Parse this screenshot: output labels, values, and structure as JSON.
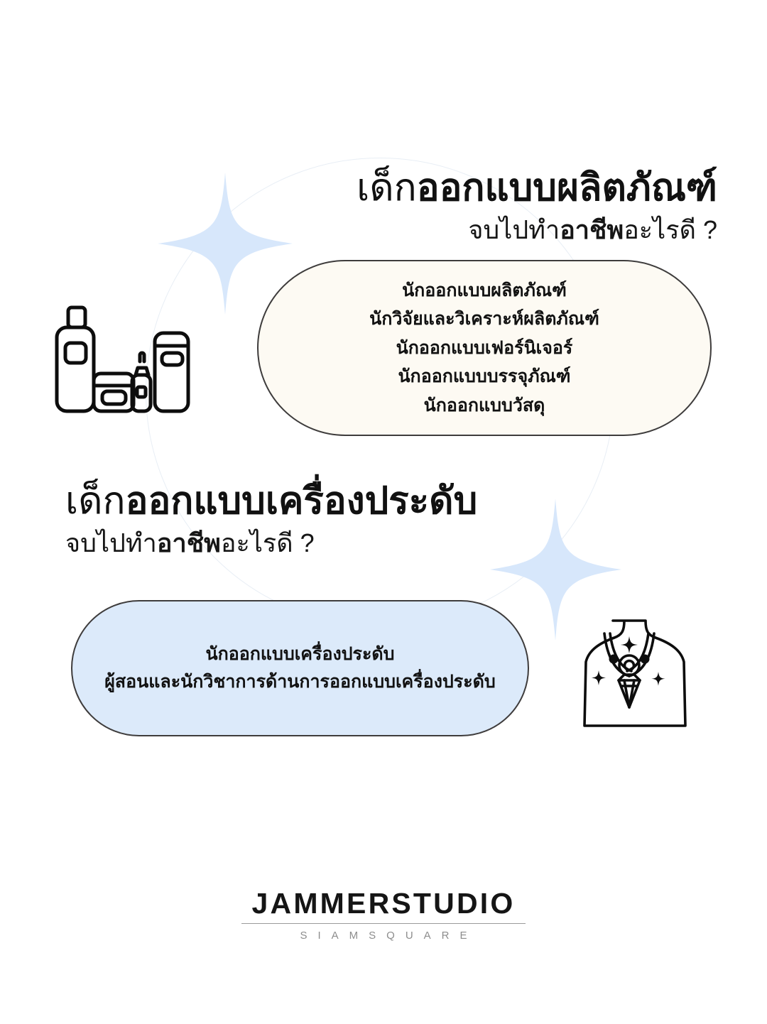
{
  "poster": {
    "background_color": "#ffffff",
    "brand_cream": "#fdfaf3",
    "brand_blue": "#dceafa",
    "outline_color": "#3e3c3c",
    "circle_color": "#e8eef5",
    "sparkle_color": "#d7e7fb"
  },
  "sections": {
    "product_design": {
      "heading_prefix": "เด็ก",
      "heading_emphasis": "ออกแบบผลิตภัณฑ์",
      "subheading_prefix": "จบไปทำ",
      "subheading_emphasis": "อาชีพ",
      "subheading_suffix": "อะไรดี ?",
      "illustration_name": "cosmetic-products-icon",
      "careers": [
        "นักออกแบบผลิตภัณฑ์",
        "นักวิจัยและวิเคราะห์ผลิตภัณฑ์",
        "นักออกแบบเฟอร์นิเจอร์",
        "นักออกแบบบรรจุภัณฑ์",
        "นักออกแบบวัสดุ"
      ]
    },
    "jewelry_design": {
      "heading_prefix": "เด็ก",
      "heading_emphasis": "ออกแบบเครื่องประดับ",
      "subheading_prefix": "จบไปทำ",
      "subheading_emphasis": "อาชีพ",
      "subheading_suffix": "อะไรดี ?",
      "illustration_name": "necklace-bust-icon",
      "careers": [
        "นักออกแบบเครื่องประดับ",
        "ผู้สอนและนักวิชาการด้านการออกแบบเครื่องประดับ"
      ]
    }
  },
  "footer": {
    "brand": "JAMMERSTUDIO",
    "location": "SIAMSQUARE"
  }
}
